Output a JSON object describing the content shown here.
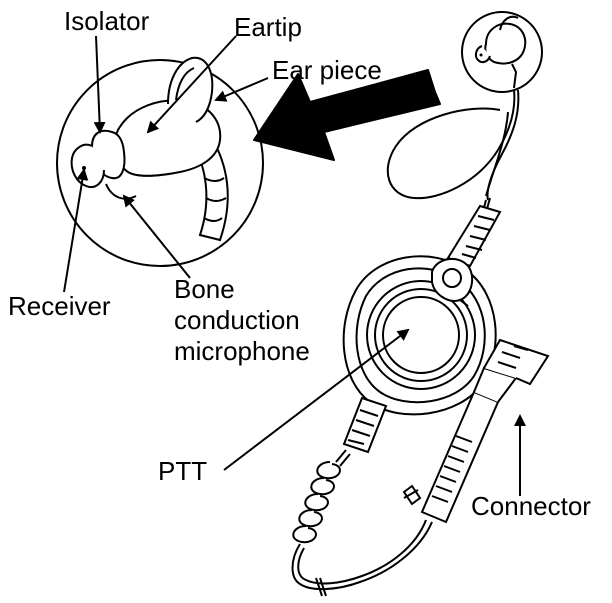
{
  "labels": {
    "isolator": "Isolator",
    "eartip": "Eartip",
    "ear_piece": "Ear piece",
    "receiver": "Receiver",
    "bone_line1": "Bone",
    "bone_line2": "conduction",
    "bone_line3": "microphone",
    "ptt": "PTT",
    "connector": "Connector"
  },
  "colors": {
    "line": "#000000",
    "background": "#ffffff"
  }
}
